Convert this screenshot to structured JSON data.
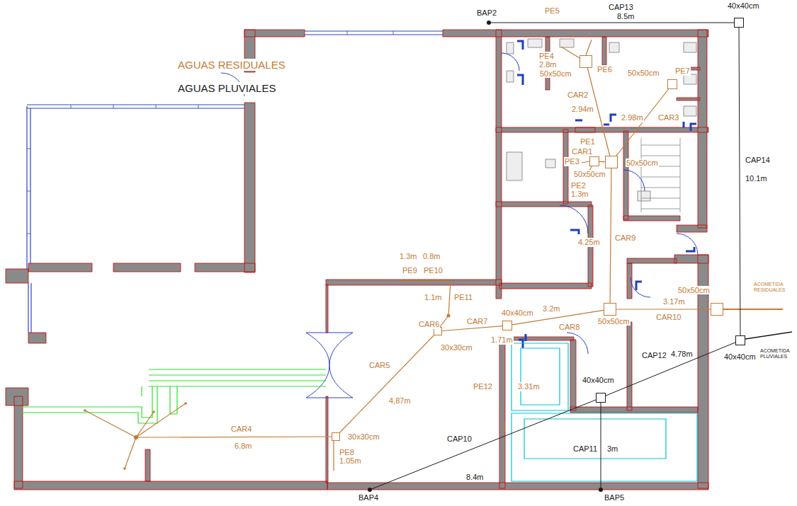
{
  "diagram": {
    "nodes": [
      {
        "text": [
          "40x40cm"
        ]
      },
      {
        "text": [
          "50x50cm"
        ]
      },
      {
        "text": [
          "50x50cm"
        ]
      },
      {
        "text": [
          "50x50cm"
        ]
      },
      {
        "text": [
          "50x50cm"
        ]
      },
      {
        "text": [
          "50x50cm"
        ]
      },
      {
        "text": [
          "50x50cm"
        ]
      },
      {
        "text": [
          "40x40cm"
        ]
      },
      {
        "text": [
          "30x30cm"
        ]
      },
      {
        "text": [
          "40x40cm"
        ]
      },
      {
        "text": [
          "40x40cm"
        ]
      },
      {
        "text": [
          "30x30cm"
        ]
      }
    ],
    "edges": [
      {
        "from": 1,
        "to": 4,
        "arrow": "none",
        "label": "CAR2"
      },
      {
        "from": 2,
        "to": 4,
        "arrow": "none",
        "label": "CAR3"
      },
      {
        "from": 3,
        "to": 4,
        "arrow": "none",
        "label": "CAR1"
      },
      {
        "from": 4,
        "to": 5,
        "arrow": "none",
        "label": "CAR9"
      },
      {
        "from": 5,
        "to": 6,
        "arrow": "none",
        "label": "CAR10"
      },
      {
        "from": 7,
        "to": 5,
        "arrow": "none",
        "label": "CAR8"
      },
      {
        "from": 8,
        "to": 7,
        "arrow": "none",
        "label": "CAR7"
      },
      {
        "from": 11,
        "to": 8,
        "arrow": "none",
        "label": "CAR5"
      },
      {
        "from": 0,
        "to": 9,
        "arrow": "none",
        "label": "CAP14"
      },
      {
        "from": 10,
        "to": 9,
        "arrow": "none",
        "label": "CAP12"
      }
    ],
    "labels": [
      "AGUAS RESIDUALES",
      "AGUAS PLUVIALES",
      "BAP2",
      "PE5",
      "CAP13",
      "8.5m",
      "PE4",
      "2.8m",
      "PE6",
      "PE7",
      "2.94m",
      "2.98m",
      "10.1m",
      "PE1",
      "PE3",
      "PE2",
      "1.3m",
      "4.25m",
      "1.3m",
      "0.8m",
      "PE9",
      "PE10",
      "1.1m",
      "PE11",
      "CAR6",
      "ACOMETIDA RESIDUALES",
      "3.17m",
      "3.2m",
      "1.71m",
      "4,87m",
      "PE12",
      "3.31m",
      "4.78m",
      "ACOMETIDA PLUVIALES",
      "CAR4",
      "6.8m",
      "PE8",
      "1.05m",
      "CAP10",
      "8.4m",
      "CAP11",
      "3m",
      "BAP4",
      "BAP5"
    ]
  }
}
